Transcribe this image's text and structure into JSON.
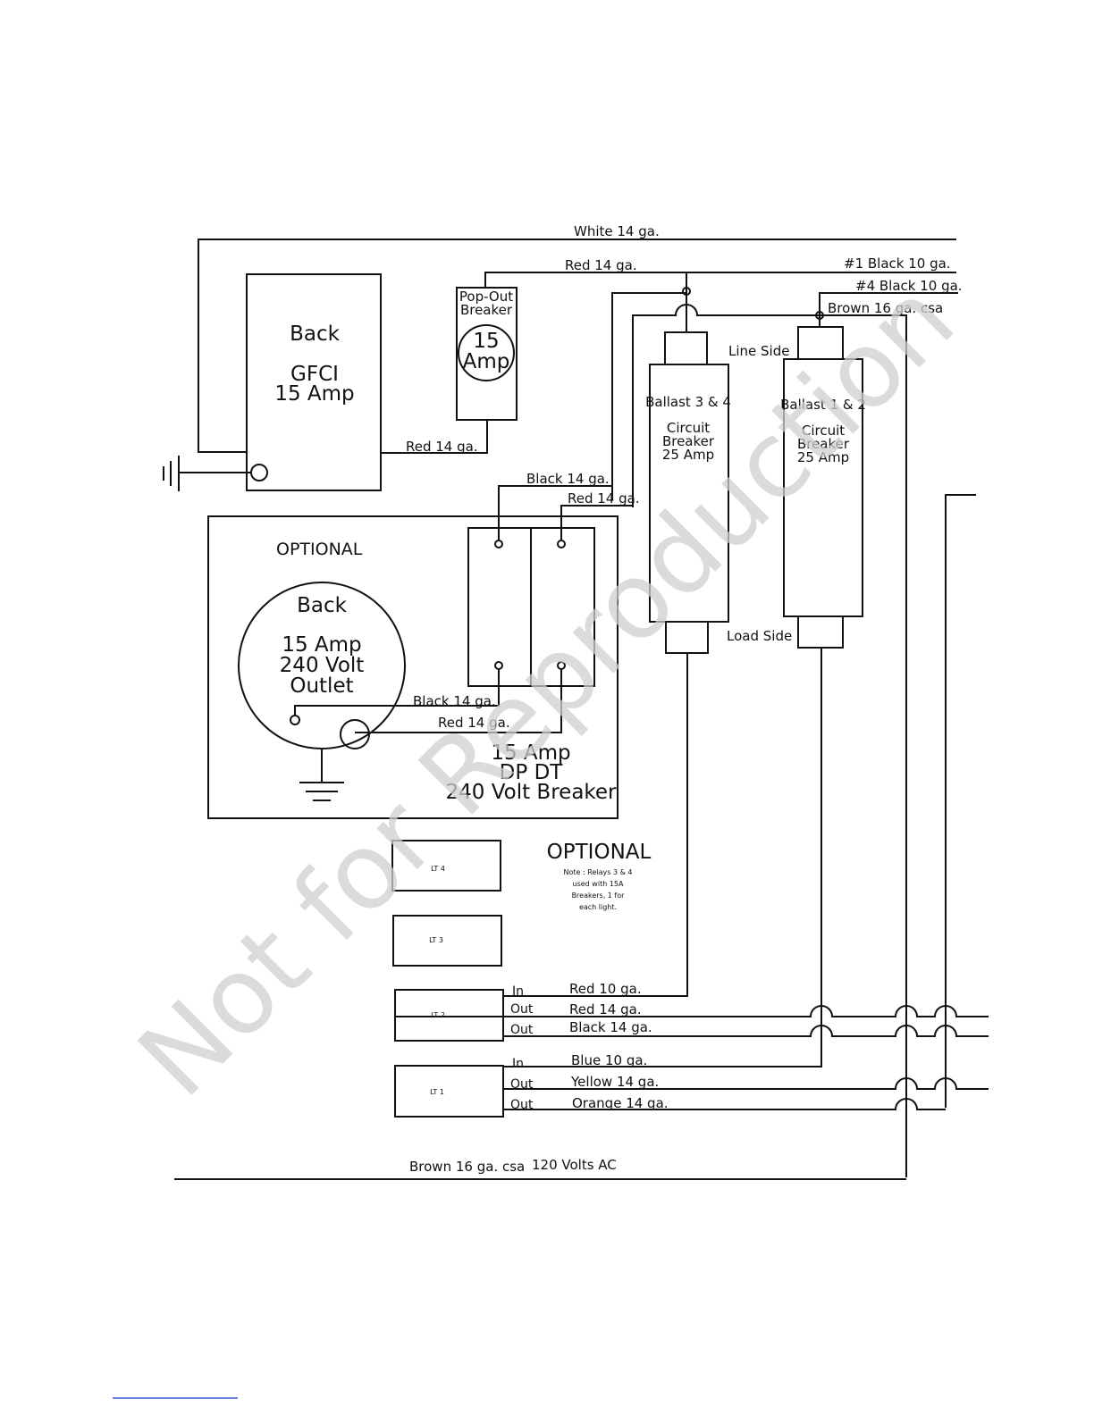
{
  "wires": {
    "white_top": "White 14 ga.",
    "red_top": "Red 14 ga.",
    "black1": "#1  Black  10 ga.",
    "black4": "#4  Black 10 ga.",
    "brown_top": "Brown 16 ga. csa",
    "red_gfci": "Red 14 ga.",
    "black_dpdt": "Black 14 ga.",
    "red_dpdt": "Red 14 ga.",
    "black_outlet": "Black 14 ga.",
    "red_outlet": "Red 14 ga.",
    "brown_bottom": "Brown 16 ga. csa",
    "volts": "120 Volts AC"
  },
  "gfci": {
    "line1": "Back",
    "line2": "GFCI",
    "line3": "15 Amp"
  },
  "popout": {
    "line1": "Pop-Out",
    "line2": "Breaker",
    "amp1": "15",
    "amp2": "Amp"
  },
  "ballast34": {
    "title": "Ballast 3 & 4",
    "l1": "Circuit",
    "l2": "Breaker",
    "l3": "25 Amp"
  },
  "ballast12": {
    "title": "Ballast 1 & 2",
    "l1": "Circuit",
    "l2": "Breaker",
    "l3": "25 Amp"
  },
  "sides": {
    "line": "Line Side",
    "load": "Load Side"
  },
  "optional_panel": {
    "title": "OPTIONAL",
    "outlet": {
      "l1": "Back",
      "l2": "15 Amp",
      "l3": "240 Volt",
      "l4": "Outlet"
    },
    "breaker": {
      "l1": "15 Amp",
      "l2": "DP DT",
      "l3": "240 Volt Breaker"
    }
  },
  "optional_note": {
    "title": "OPTIONAL",
    "lines": [
      "Note : Relays 3 & 4",
      "used with 15A",
      "Breakers,  1 for",
      "each light."
    ]
  },
  "relays": [
    {
      "label": "LT 4"
    },
    {
      "label": "LT 3"
    },
    {
      "label": "LT 2",
      "t_in": "In",
      "t_out1": "Out",
      "t_out2": "Out",
      "w_in": "Red  10 ga.",
      "w_out1": "Red 14 ga.",
      "w_out2": "Black 14 ga."
    },
    {
      "label": "LT 1",
      "t_in": "In",
      "t_out1": "Out",
      "t_out2": "Out",
      "w_in": "Blue 10 ga.",
      "w_out1": "Yellow 14 ga.",
      "w_out2": "Orange 14 ga."
    }
  ],
  "watermark": "Not for Reproduction"
}
